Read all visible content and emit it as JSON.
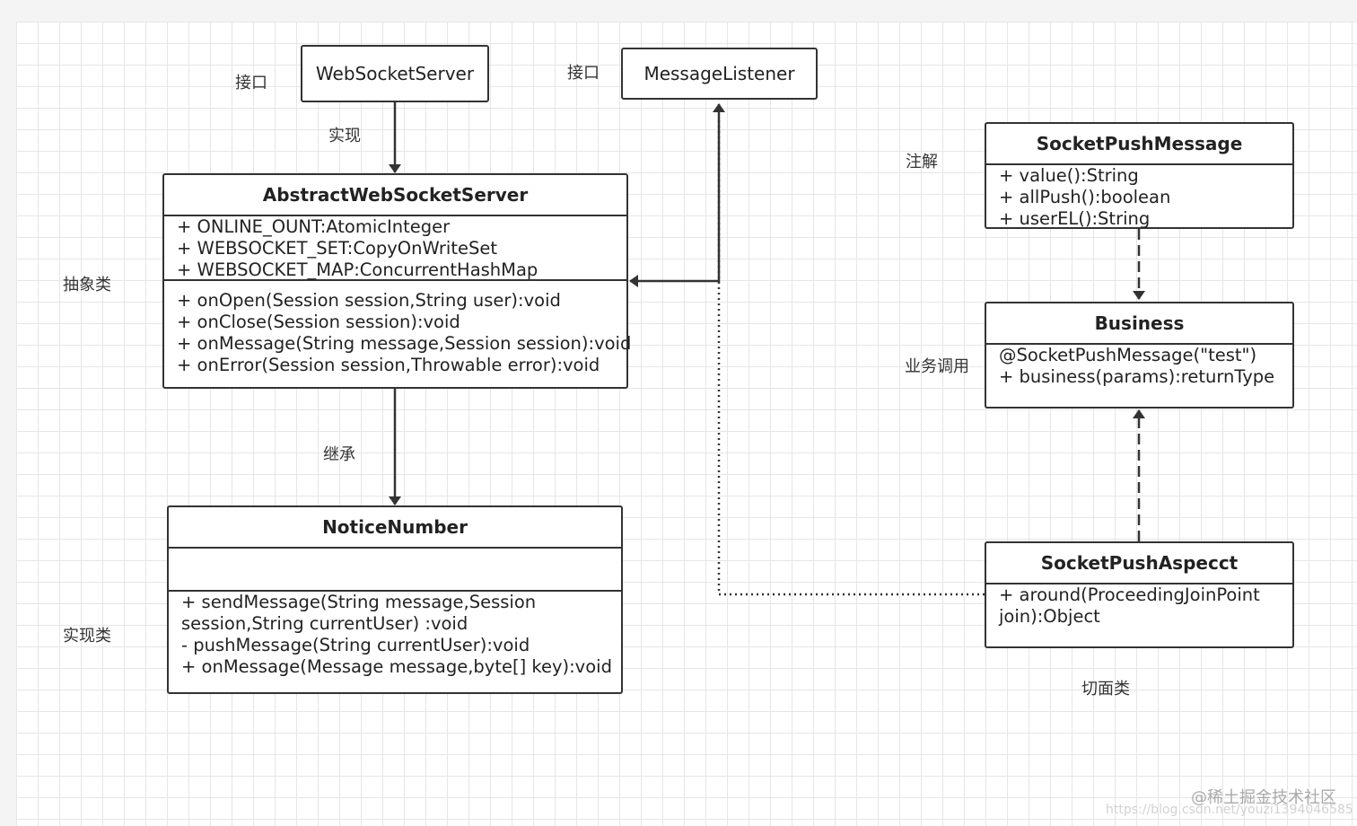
{
  "labels": {
    "interface_1": "接口",
    "interface_2": "接口",
    "implements": "实现",
    "abstract_class": "抽象类",
    "inherits": "继承",
    "impl_class": "实现类",
    "annotation": "注解",
    "business_call": "业务调用",
    "aspect_class": "切面类"
  },
  "web_socket_server": {
    "name": "WebSocketServer"
  },
  "message_listener": {
    "name": "MessageListener"
  },
  "abstract_server": {
    "name": "AbstractWebSocketServer",
    "attributes": [
      "+ ONLINE_OUNT:AtomicInteger",
      "+ WEBSOCKET_SET:CopyOnWriteSet",
      "+ WEBSOCKET_MAP:ConcurrentHashMap"
    ],
    "methods": [
      "+ onOpen(Session session,String user):void",
      "+ onClose(Session session):void",
      "+ onMessage(String message,Session session):void",
      "+ onError(Session session,Throwable error):void"
    ]
  },
  "notice_number": {
    "name": "NoticeNumber",
    "methods": [
      "+ sendMessage(String message,Session session,String currentUser) :void",
      "- pushMessage(String currentUser):void",
      "+ onMessage(Message message,byte[] key):void"
    ]
  },
  "socket_push_message": {
    "name": "SocketPushMessage",
    "methods": [
      "+ value():String",
      "+ allPush():boolean",
      "+ userEL():String"
    ]
  },
  "business": {
    "name": "Business",
    "lines": [
      "@SocketPushMessage(\"test\")",
      "+ business(params):returnType"
    ]
  },
  "socket_push_aspect": {
    "name": "SocketPushAspecct",
    "methods": [
      "+ around(ProceedingJoinPoint join):Object"
    ]
  },
  "watermark": {
    "line1": "@稀土掘金技术社区",
    "line2": "https://blog.csdn.net/yo​u​zi1394046585"
  },
  "colors": {
    "stroke": "#333333",
    "grid": "#e6e6e6",
    "background": "#ffffff"
  }
}
